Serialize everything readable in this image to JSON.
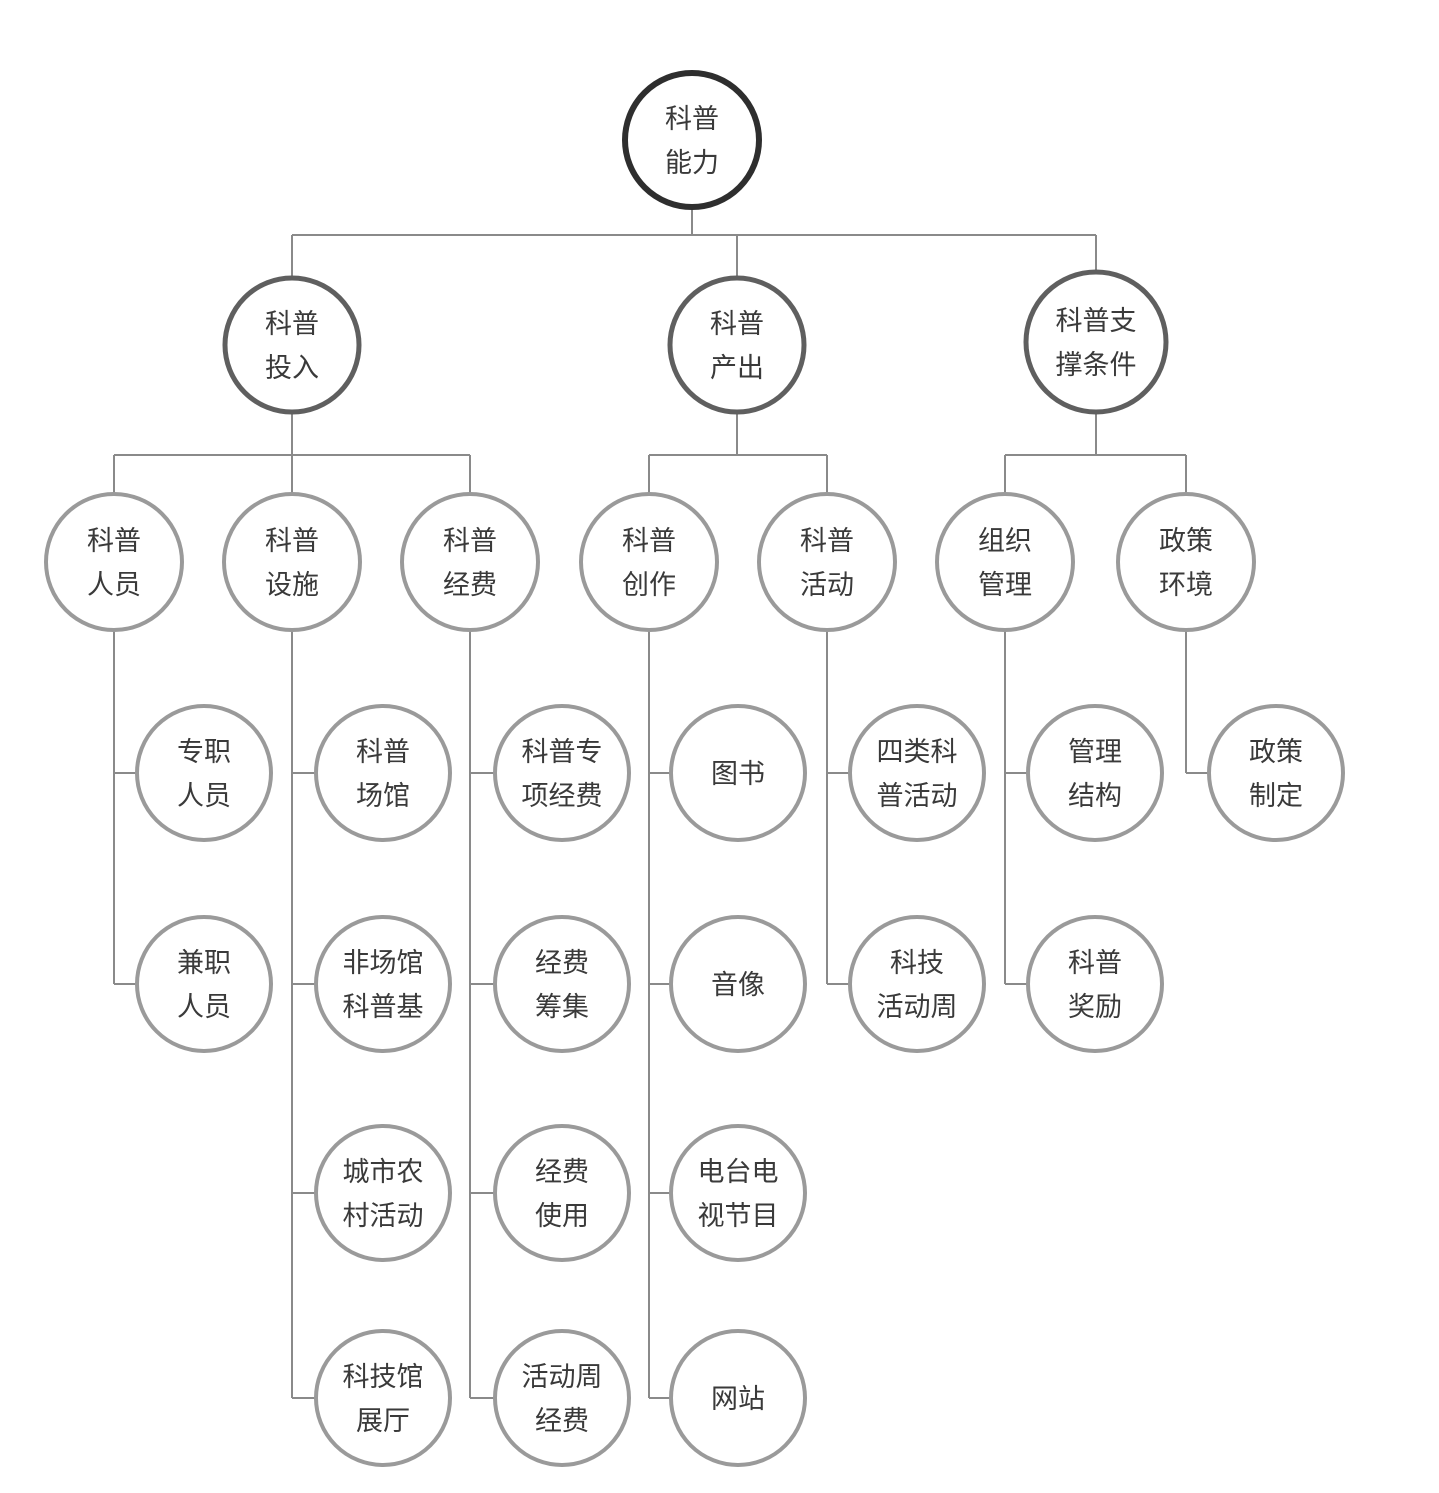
{
  "diagram": {
    "colors": {
      "root_border": "#2e2e2e",
      "level1_border": "#5f5f5f",
      "node_border": "#9a9a9a",
      "line": "#8a8a8a",
      "text": "#3a3a3a"
    },
    "root": {
      "line1": "科普",
      "line2": "能力"
    },
    "dimensions": [
      {
        "line1": "科普",
        "line2": "投入",
        "categories": [
          {
            "line1": "科普",
            "line2": "人员",
            "items": [
              {
                "line1": "专职",
                "line2": "人员"
              },
              {
                "line1": "兼职",
                "line2": "人员"
              }
            ]
          },
          {
            "line1": "科普",
            "line2": "设施",
            "items": [
              {
                "line1": "科普",
                "line2": "场馆"
              },
              {
                "line1": "非场馆",
                "line2": "科普基"
              },
              {
                "line1": "城市农",
                "line2": "村活动"
              },
              {
                "line1": "科技馆",
                "line2": "展厅"
              }
            ]
          },
          {
            "line1": "科普",
            "line2": "经费",
            "items": [
              {
                "line1": "科普专",
                "line2": "项经费"
              },
              {
                "line1": "经费",
                "line2": "筹集"
              },
              {
                "line1": "经费",
                "line2": "使用"
              },
              {
                "line1": "活动周",
                "line2": "经费"
              }
            ]
          }
        ]
      },
      {
        "line1": "科普",
        "line2": "产出",
        "categories": [
          {
            "line1": "科普",
            "line2": "创作",
            "items": [
              {
                "line1": "图书",
                "line2": ""
              },
              {
                "line1": "音像",
                "line2": ""
              },
              {
                "line1": "电台电",
                "line2": "视节目"
              },
              {
                "line1": "网站",
                "line2": ""
              }
            ]
          },
          {
            "line1": "科普",
            "line2": "活动",
            "items": [
              {
                "line1": "四类科",
                "line2": "普活动"
              },
              {
                "line1": "科技",
                "line2": "活动周"
              }
            ]
          }
        ]
      },
      {
        "line1": "科普支",
        "line2": "撑条件",
        "categories": [
          {
            "line1": "组织",
            "line2": "管理",
            "items": [
              {
                "line1": "管理",
                "line2": "结构"
              },
              {
                "line1": "科普",
                "line2": "奖励"
              }
            ]
          },
          {
            "line1": "政策",
            "line2": "环境",
            "items": [
              {
                "line1": "政策",
                "line2": "制定"
              }
            ]
          }
        ]
      }
    ]
  }
}
